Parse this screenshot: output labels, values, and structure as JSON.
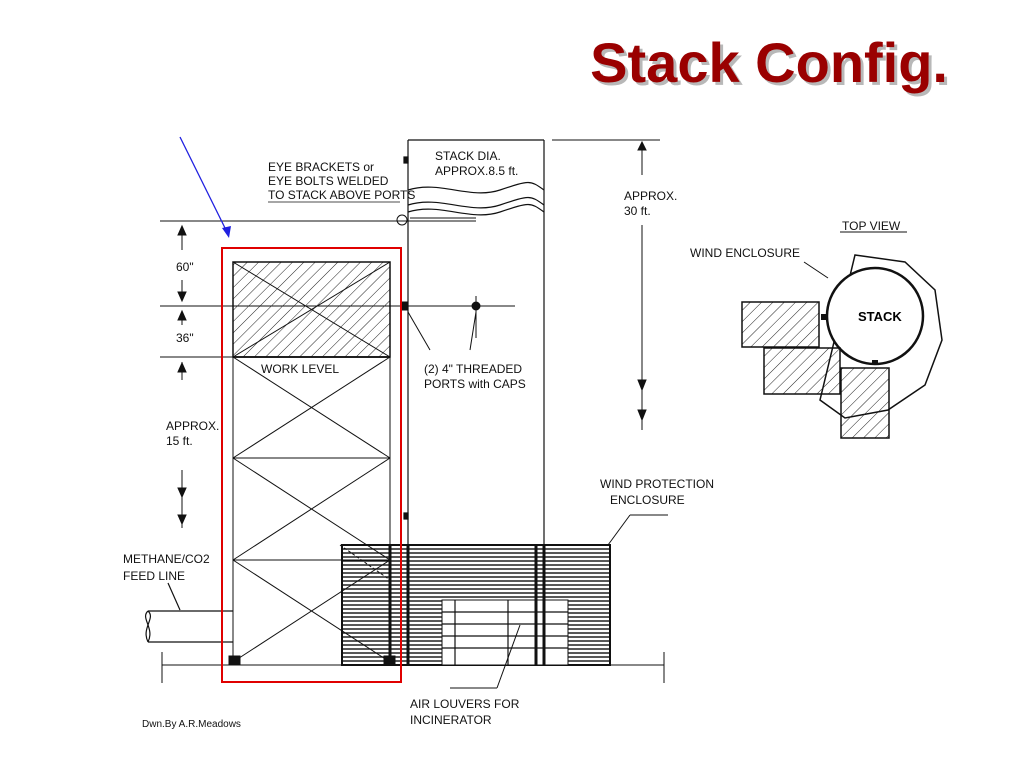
{
  "title": "Stack Config.",
  "labels": {
    "stack_dia_1": "STACK DIA.",
    "stack_dia_2": "APPROX.8.5 ft.",
    "eye_1": "EYE BRACKETS or",
    "eye_2": "EYE BOLTS WELDED",
    "eye_3": "TO STACK ABOVE PORTS",
    "approx30_1": "APPROX.",
    "approx30_2": "30 ft.",
    "dim_60": "60\"",
    "dim_36": "36\"",
    "work_level": "WORK LEVEL",
    "ports_1": "(2) 4\" THREADED",
    "ports_2": "PORTS with CAPS",
    "approx15_1": "APPROX.",
    "approx15_2": "15 ft.",
    "top_view": "TOP VIEW",
    "wind_enclosure": "WIND ENCLOSURE",
    "stack": "STACK",
    "wind_prot_1": "WIND PROTECTION",
    "wind_prot_2": "ENCLOSURE",
    "feed_1": "METHANE/CO2",
    "feed_2": "FEED LINE",
    "louvers_1": "AIR LOUVERS FOR",
    "louvers_2": "INCINERATOR",
    "drawn_by": "Dwn.By A.R.Meadows"
  },
  "colors": {
    "title": "#9a0000",
    "highlight_box": "#e00000",
    "pointer_arrow": "#2020e0",
    "line": "#111111"
  }
}
